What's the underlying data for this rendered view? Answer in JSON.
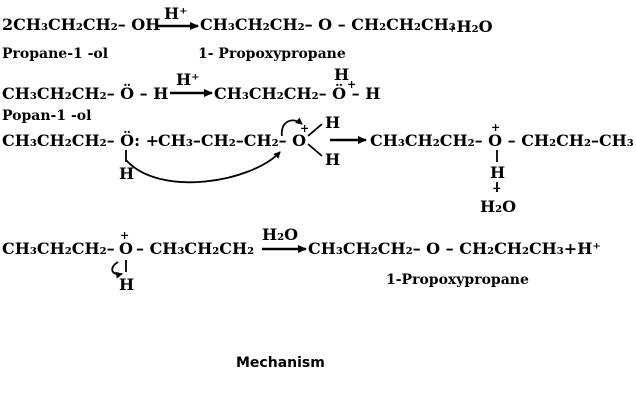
{
  "overall": {
    "reactant": "2CH₃CH₂CH₂– OH",
    "catalyst": "H⁺",
    "product": "CH₃CH₂CH₂– O – CH₂CH₂CH₃",
    "byproduct": "₊H₂O",
    "reactant_name": "Propane-1 -ol",
    "product_name": "1- Propoxypropane"
  },
  "step1": {
    "reactant": "CH₃CH₂CH₂– Ö – H",
    "catalyst": "H⁺",
    "product": "CH₃CH₂CH₂– Ö – H",
    "added_h": "H",
    "charge": "+",
    "reactant_name": "Popan-1 -ol"
  },
  "step2": {
    "nucleophile": "CH₃CH₂CH₂– Ö: +",
    "nucleophile_h": "H",
    "substrate": "CH₃–CH₂–CH₂– O",
    "substrate_charge": "+",
    "substrate_h_top": "H",
    "substrate_h_bottom": "H",
    "product": "CH₃CH₂CH₂– O – CH₂CH₂–CH₃",
    "product_charge": "+",
    "product_h": "H",
    "leaving_group": "H₂O",
    "leaving_charge": "+"
  },
  "step3": {
    "reactant_left": "CH₃CH₂CH₂–",
    "oxygen": "O",
    "charge": "+",
    "reactant_right": "– CH₃CH₂CH₂",
    "oxygen_h": "H",
    "reagent": "H₂O",
    "product": "CH₃CH₂CH₂– O – CH₂CH₂CH₃+H⁺",
    "product_name": "1-Propoxypropane"
  },
  "caption": "Mechanism"
}
